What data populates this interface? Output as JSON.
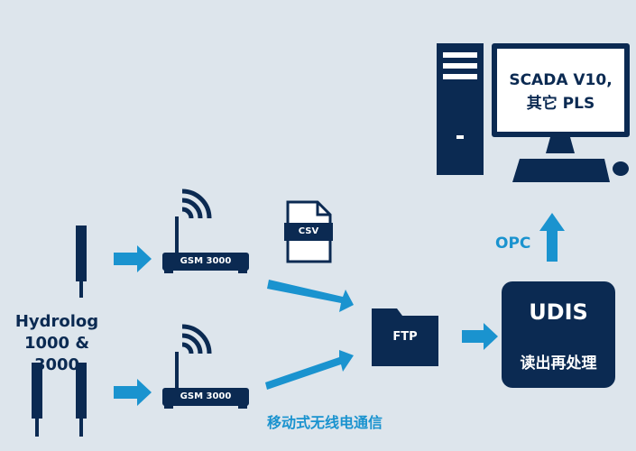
{
  "nodes": {
    "hydrolog": {
      "line1": "Hydrolog",
      "line2": "1000 & 3000"
    },
    "gsm_top": "GSM 3000",
    "gsm_bottom": "GSM 3000",
    "csv": "CSV",
    "ftp": "FTP",
    "udis": {
      "title": "UDIS",
      "subtitle": "读出再处理"
    },
    "scada": {
      "line1": "SCADA V10,",
      "line2": "其它 PLS"
    }
  },
  "edges": {
    "opc": "OPC",
    "mobile": "移动式无线电通信"
  },
  "colors": {
    "background": "#dde5ec",
    "navy": "#0b2a52",
    "arrow_blue": "#1a93cf",
    "screen_white": "#ffffff"
  },
  "icons": [
    "sensor-probe-icon",
    "wireless-signal-icon",
    "gsm-modem-icon",
    "csv-file-icon",
    "ftp-folder-icon",
    "computer-tower-icon",
    "monitor-icon",
    "keyboard-icon",
    "mouse-icon",
    "arrow-icon"
  ]
}
